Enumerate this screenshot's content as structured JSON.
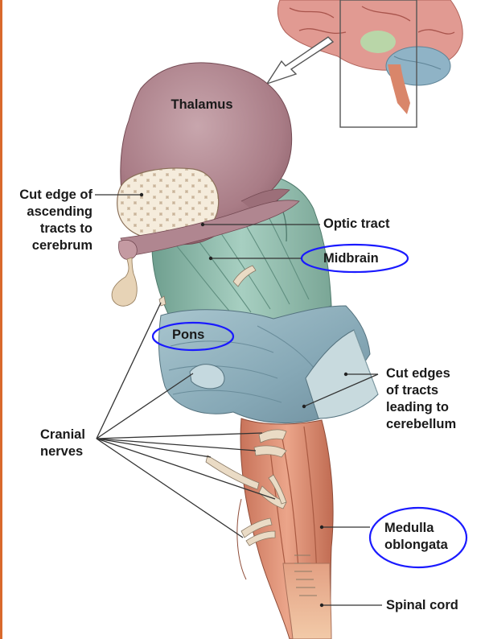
{
  "labels": {
    "thalamus": [
      "Thalamus"
    ],
    "cut_edge_ascending": [
      "Cut edge of",
      "ascending",
      "tracts to",
      "cerebrum"
    ],
    "optic_tract": [
      "Optic tract"
    ],
    "midbrain": [
      "Midbrain"
    ],
    "pons": [
      "Pons"
    ],
    "cranial_nerves": [
      "Cranial",
      "nerves"
    ],
    "cut_edges_cerebellum": [
      "Cut edges",
      "of tracts",
      "leading to",
      "cerebellum"
    ],
    "medulla_oblongata": [
      "Medulla",
      "oblongata"
    ],
    "spinal_cord": [
      "Spinal cord"
    ]
  },
  "colors": {
    "highlight_circle": "#1a1aff",
    "thalamus": "#b48a92",
    "midbrain": "#8fbeb0",
    "pons": "#8eb0bd",
    "medulla": "#d9866a",
    "cerebrum": "#e19a92",
    "cerebellum": "#8fb3c6",
    "page_edge": "#d9692c"
  }
}
